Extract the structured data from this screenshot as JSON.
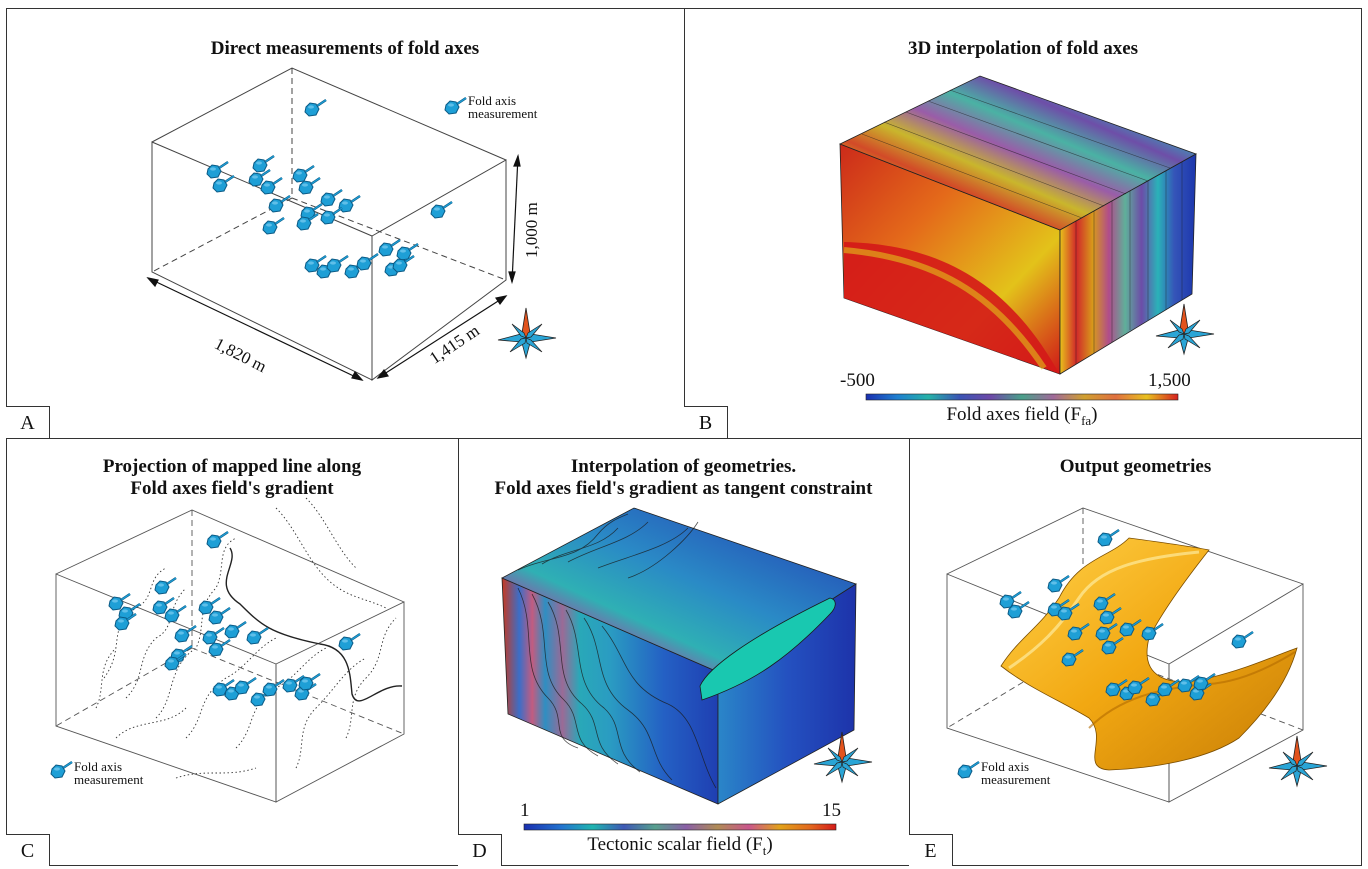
{
  "panels": {
    "A": {
      "label": "A",
      "title": "Direct measurements of fold axes",
      "legend": {
        "line1": "Fold axis",
        "line2": "measurement"
      },
      "dimensions": {
        "length": "1,820 m",
        "width": "1,415 m",
        "height": "1,000 m"
      }
    },
    "B": {
      "label": "B",
      "title": "3D interpolation of fold axes",
      "colorbar": {
        "min": "-500",
        "max": "1,500",
        "title": "Fold axes field (F",
        "title_sub": "fa",
        "title_end": ")"
      }
    },
    "C": {
      "label": "C",
      "title_line1": "Projection of mapped line along",
      "title_line2": "Fold axes field's gradient",
      "legend": {
        "line1": "Fold axis",
        "line2": "measurement"
      }
    },
    "D": {
      "label": "D",
      "title_line1": "Interpolation of geometries.",
      "title_line2": "Fold axes field's gradient as tangent constraint",
      "colorbar": {
        "min": "1",
        "max": "15",
        "title": "Tectonic scalar field (F",
        "title_sub": "t",
        "title_end": ")"
      }
    },
    "E": {
      "label": "E",
      "title": "Output geometries",
      "legend": {
        "line1": "Fold axis",
        "line2": "measurement"
      }
    }
  },
  "colors": {
    "measurement": "#1e9fd6",
    "measurement_stroke": "#0b5b86",
    "surface": "#f5b21a",
    "compass_north": "#e2531d",
    "compass_other": "#2aa5d6"
  },
  "icons": [
    "fold-axis-measurement-icon",
    "compass-rose-icon"
  ]
}
